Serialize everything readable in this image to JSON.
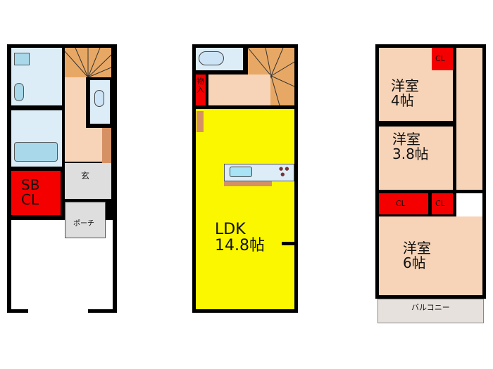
{
  "floors": [
    {
      "rooms": {
        "sbcl": "SB\nCL",
        "entrance": "玄",
        "porch": "ポーチ"
      }
    },
    {
      "rooms": {
        "storage": "物\n入",
        "ldk": "LDK\n14.8帖"
      }
    },
    {
      "rooms": {
        "western_room_1": "洋室\n4帖",
        "western_room_2": "洋室\n3.8帖",
        "western_room_3": "洋室\n6帖",
        "closet_1": "CL",
        "closet_2": "CL",
        "closet_3": "CL",
        "balcony": "バルコニー"
      }
    }
  ],
  "colors": {
    "wall": "#000000",
    "room": "#f7d4b8",
    "water": "#dcedf8",
    "stairs": "#e8a865",
    "closet": "#f50000",
    "ldk": "#fbf700",
    "entrance": "#dedede"
  }
}
